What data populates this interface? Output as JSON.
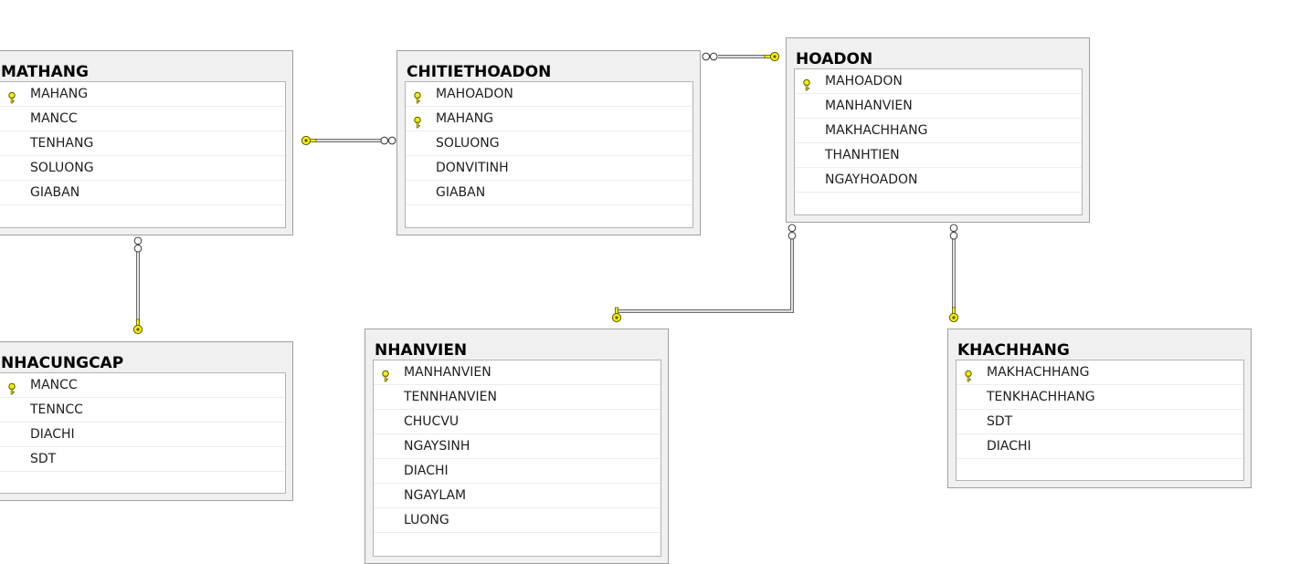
{
  "tables": {
    "mathang": {
      "title": "MATHANG",
      "columns": [
        {
          "name": "MAHANG",
          "pk": true
        },
        {
          "name": "MANCC"
        },
        {
          "name": "TENHANG"
        },
        {
          "name": "SOLUONG"
        },
        {
          "name": "GIABAN"
        }
      ]
    },
    "chitiethoadon": {
      "title": "CHITIETHOADON",
      "columns": [
        {
          "name": "MAHOADON",
          "pk": true
        },
        {
          "name": "MAHANG",
          "pk": true
        },
        {
          "name": "SOLUONG"
        },
        {
          "name": "DONVITINH"
        },
        {
          "name": "GIABAN"
        }
      ]
    },
    "hoadon": {
      "title": "HOADON",
      "columns": [
        {
          "name": "MAHOADON",
          "pk": true
        },
        {
          "name": "MANHANVIEN"
        },
        {
          "name": "MAKHACHHANG"
        },
        {
          "name": "THANHTIEN"
        },
        {
          "name": "NGAYHOADON"
        }
      ]
    },
    "nhacungcap": {
      "title": "NHACUNGCAP",
      "columns": [
        {
          "name": "MANCC",
          "pk": true
        },
        {
          "name": "TENNCC"
        },
        {
          "name": "DIACHI"
        },
        {
          "name": "SDT"
        }
      ]
    },
    "nhanvien": {
      "title": "NHANVIEN",
      "columns": [
        {
          "name": "MANHANVIEN",
          "pk": true
        },
        {
          "name": "TENNHANVIEN"
        },
        {
          "name": "CHUCVU"
        },
        {
          "name": "NGAYSINH"
        },
        {
          "name": "DIACHI"
        },
        {
          "name": "NGAYLAM"
        },
        {
          "name": "LUONG"
        }
      ]
    },
    "khachhang": {
      "title": "KHACHHANG",
      "columns": [
        {
          "name": "MAKHACHHANG",
          "pk": true
        },
        {
          "name": "TENKHACHHANG"
        },
        {
          "name": "SDT"
        },
        {
          "name": "DIACHI"
        }
      ]
    }
  },
  "relationships": [
    {
      "from": "chitiethoadon",
      "to": "mathang"
    },
    {
      "from": "chitiethoadon",
      "to": "hoadon"
    },
    {
      "from": "mathang",
      "to": "nhacungcap"
    },
    {
      "from": "hoadon",
      "to": "nhanvien"
    },
    {
      "from": "hoadon",
      "to": "khachhang"
    }
  ],
  "colors": {
    "key": "#f7f000",
    "line": "#6e6e6e"
  }
}
